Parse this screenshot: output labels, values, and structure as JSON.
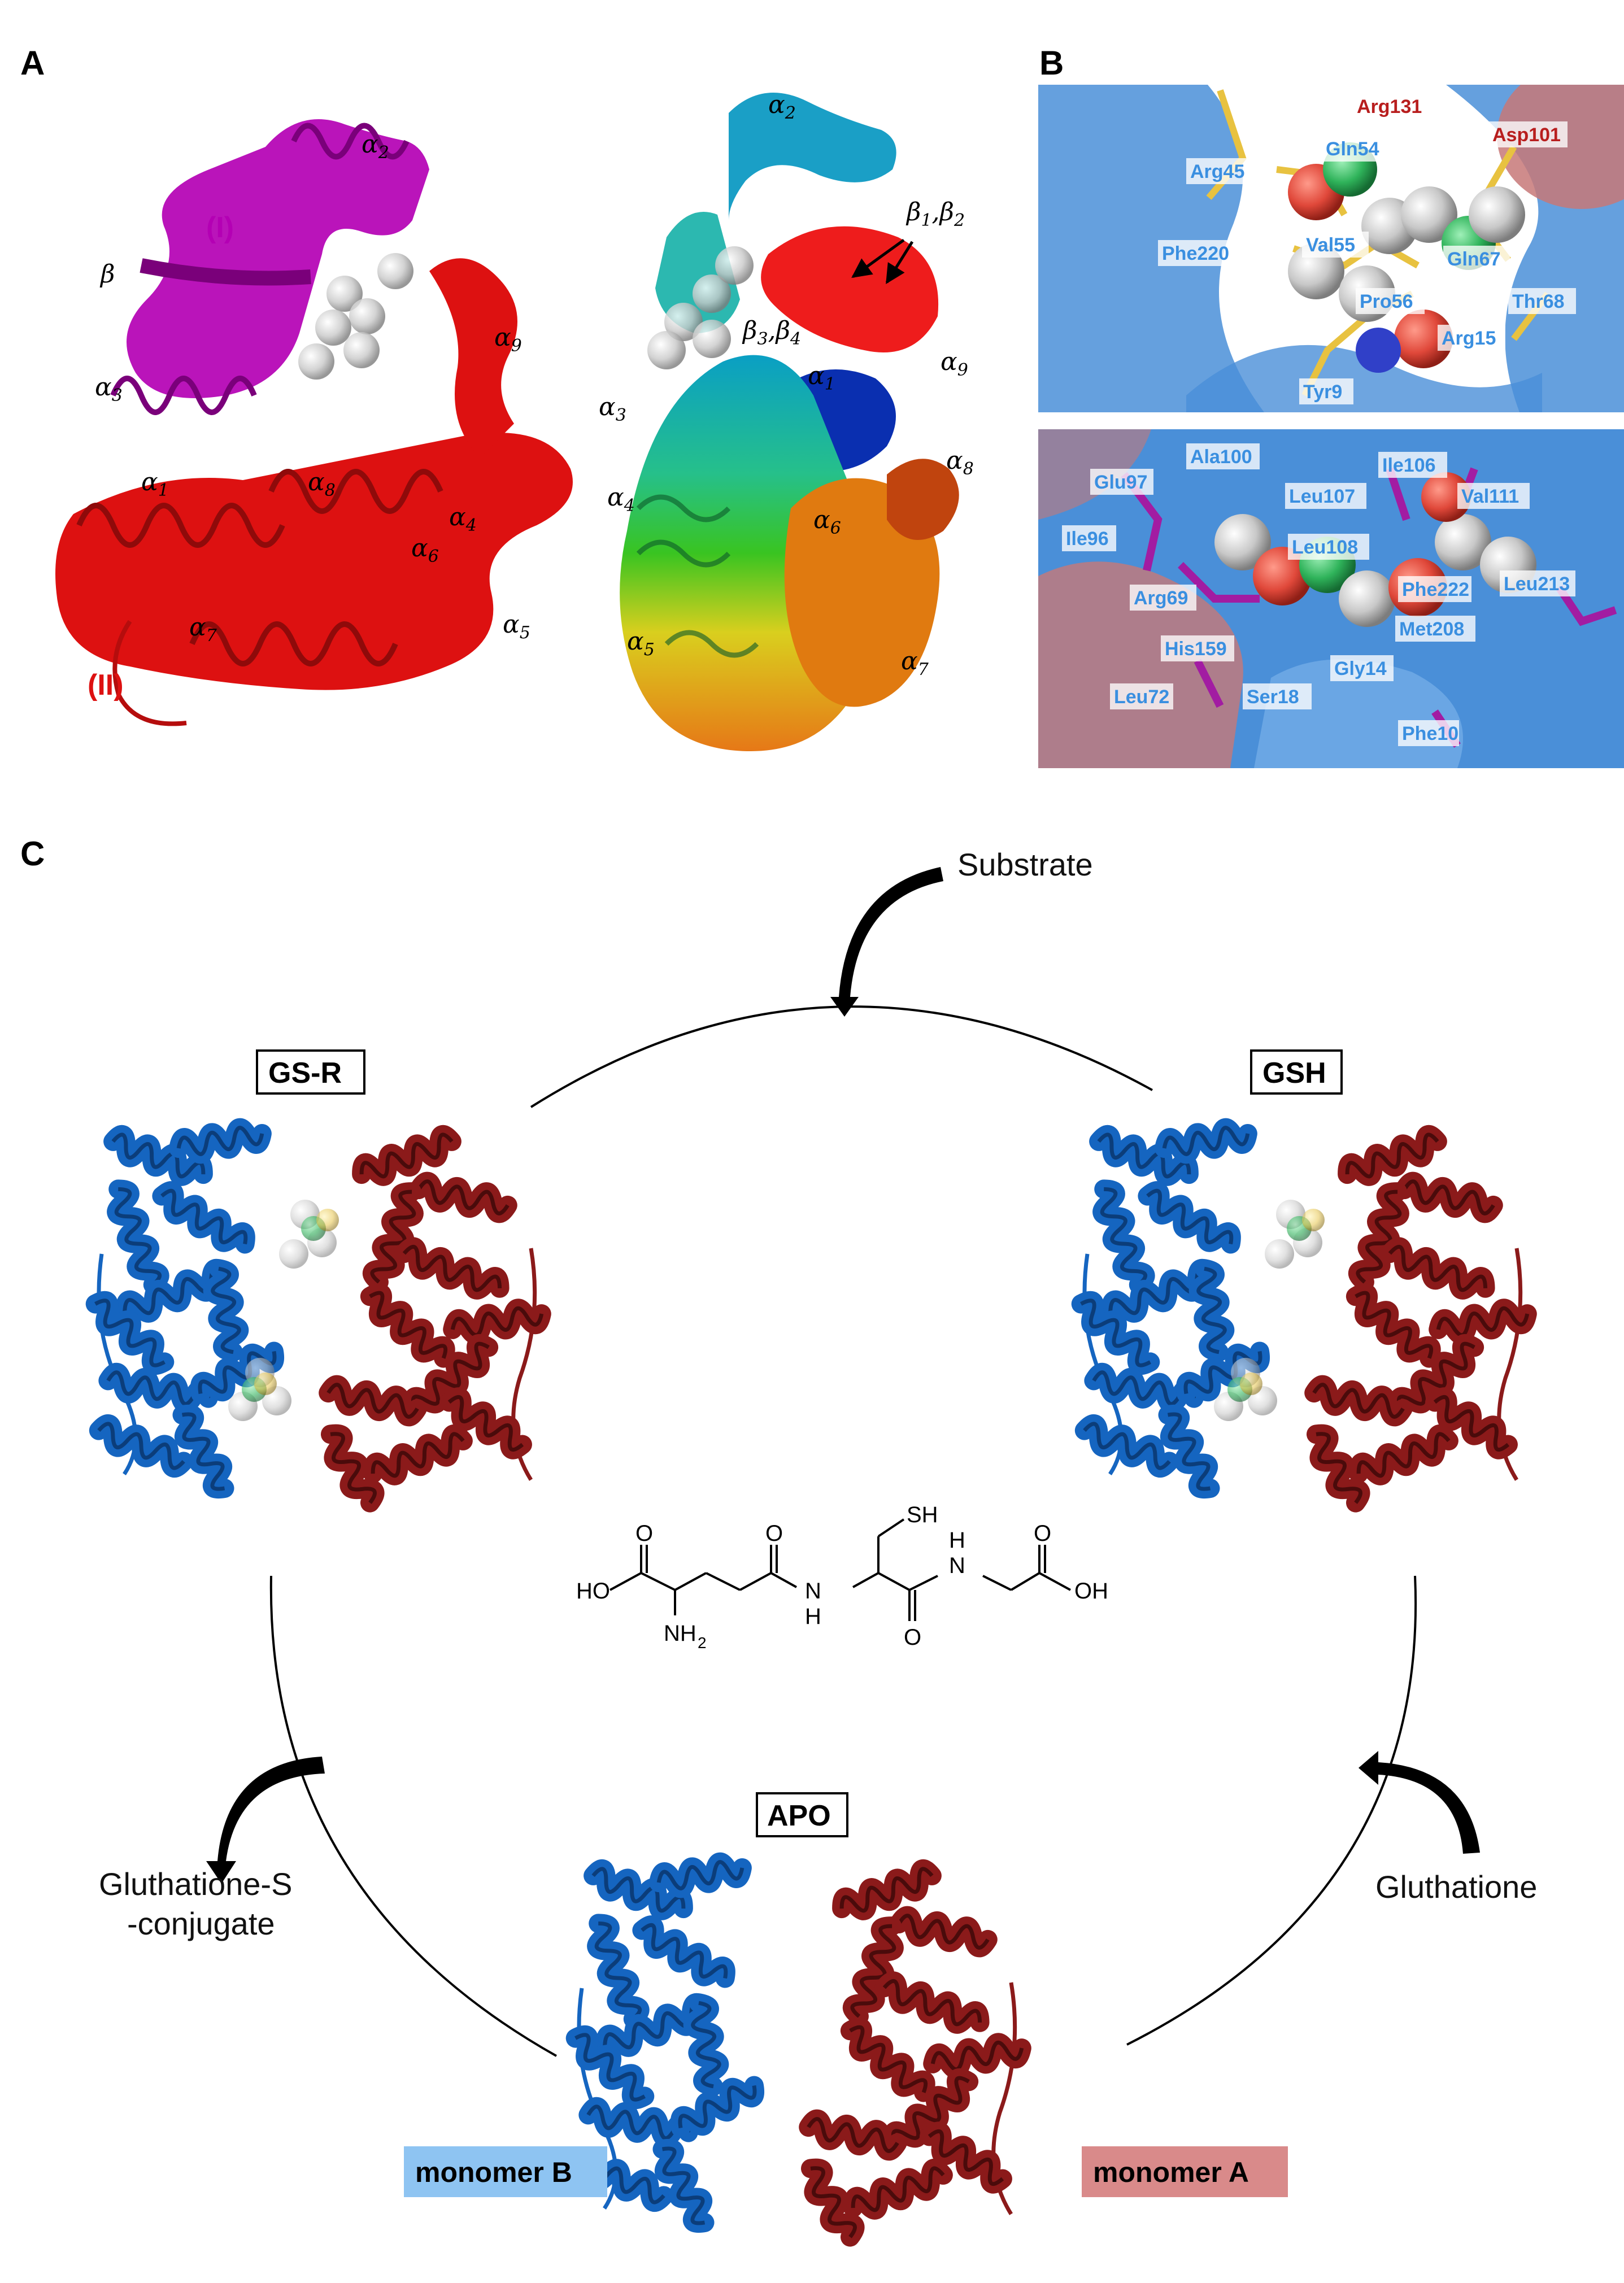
{
  "panels": {
    "A": {
      "letter": "A",
      "left_model": {
        "domain_I": "(I)",
        "domain_II": "(II)",
        "beta": "β",
        "helices": [
          "α2",
          "α3",
          "α1",
          "α8",
          "α9",
          "α4",
          "α6",
          "α5",
          "α7"
        ]
      },
      "right_model": {
        "beta12": "β1,β2",
        "beta34": "β3,β4",
        "helices": [
          "α2",
          "α1",
          "α3",
          "α9",
          "α8",
          "α4",
          "α6",
          "α5",
          "α7"
        ]
      }
    },
    "B": {
      "letter": "B",
      "top_labels": [
        {
          "text": "Arg131",
          "color": "red"
        },
        {
          "text": "Asp101",
          "color": "red"
        },
        {
          "text": "Gln54",
          "color": "blue"
        },
        {
          "text": "Arg45",
          "color": "blue"
        },
        {
          "text": "Phe220",
          "color": "blue"
        },
        {
          "text": "Val55",
          "color": "blue"
        },
        {
          "text": "Gln67",
          "color": "blue"
        },
        {
          "text": "Pro56",
          "color": "blue"
        },
        {
          "text": "Thr68",
          "color": "blue"
        },
        {
          "text": "Arg15",
          "color": "blue"
        },
        {
          "text": "Tyr9",
          "color": "blue"
        }
      ],
      "bottom_labels": [
        {
          "text": "Ala100",
          "color": "blue"
        },
        {
          "text": "Glu97",
          "color": "blue"
        },
        {
          "text": "Ile106",
          "color": "blue"
        },
        {
          "text": "Leu107",
          "color": "blue"
        },
        {
          "text": "Val111",
          "color": "blue"
        },
        {
          "text": "Ile96",
          "color": "blue"
        },
        {
          "text": "Leu108",
          "color": "blue"
        },
        {
          "text": "Arg69",
          "color": "blue"
        },
        {
          "text": "Phe222",
          "color": "blue"
        },
        {
          "text": "Leu213",
          "color": "blue"
        },
        {
          "text": "Met208",
          "color": "blue"
        },
        {
          "text": "His159",
          "color": "blue"
        },
        {
          "text": "Gly14",
          "color": "blue"
        },
        {
          "text": "Leu72",
          "color": "blue"
        },
        {
          "text": "Ser18",
          "color": "blue"
        },
        {
          "text": "Phe10",
          "color": "blue"
        }
      ]
    },
    "C": {
      "letter": "C",
      "substrate": "Substrate",
      "gluthatione": "Gluthatione",
      "conjugate_line1": "Gluthatione-S",
      "conjugate_line2": "-conjugate",
      "states": {
        "gsr": "GS-R",
        "gsh": "GSH",
        "apo": "APO"
      },
      "monomer_b": "monomer B",
      "monomer_a": "monomer A",
      "chem": {
        "sh": "SH",
        "ho": "HO",
        "oh": "OH",
        "o": "O",
        "n": "N",
        "h": "H",
        "nh2": "NH",
        "sub2": "2"
      }
    }
  },
  "colors": {
    "blue_monomer": "#1565c0",
    "red_monomer": "#8b1a1a",
    "magenta_domain": "#b400b4",
    "red_domain": "#dd1111",
    "monomer_b_bg": "#8ec4f2",
    "monomer_a_bg": "#d98a8a",
    "res_blue": "#3a8fe0",
    "res_red": "#b81e1e"
  }
}
